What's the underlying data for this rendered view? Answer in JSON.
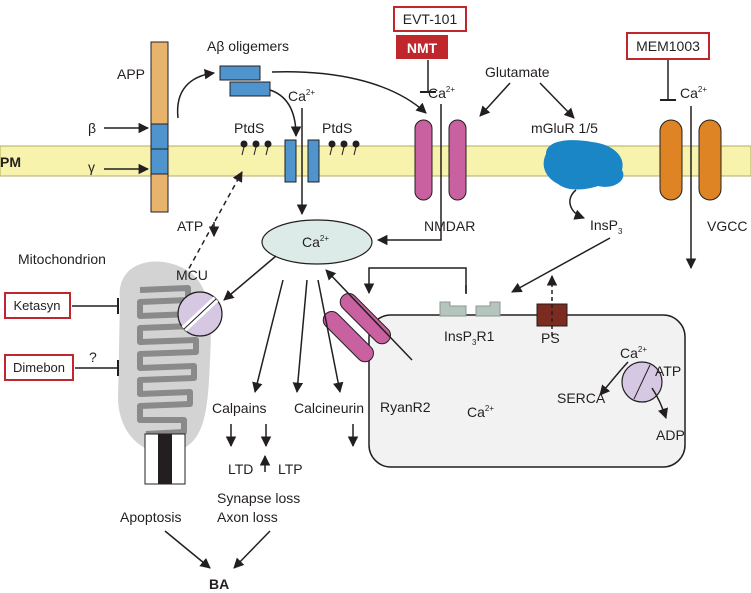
{
  "membrane": {
    "label": "PM"
  },
  "app": {
    "label": "APP",
    "beta": "β",
    "gamma": "γ"
  },
  "abeta": {
    "label": "Aβ oligemers"
  },
  "ptds_left": "PtdS",
  "ptds_right": "PtdS",
  "ca_ion": {
    "base": "Ca",
    "charge": "2+"
  },
  "cytosol_ca": {
    "base": "Ca",
    "charge": "2+"
  },
  "er_ca": {
    "base": "Ca",
    "charge": "2+"
  },
  "serca_ca": {
    "base": "Ca",
    "charge": "2+"
  },
  "drugs": {
    "evt101": "EVT-101",
    "nmt": "NMT",
    "mem1003": "MEM1003",
    "ketasyn": "Ketasyn",
    "dimebon": "Dimebon",
    "unknown_mark": "?"
  },
  "glutamate": "Glutamate",
  "mglur": "mGluR 1/5",
  "nmdar": "NMDAR",
  "insp3": {
    "base": "InsP",
    "sub": "3"
  },
  "vgcc": "VGCC",
  "atp_mito": "ATP",
  "mitochondrion": "Mitochondrion",
  "mcu": "MCU",
  "insp3r1": {
    "base": "InsP",
    "sub": "3",
    "tail": "R1"
  },
  "ps": "PS",
  "ryanr2": "RyanR2",
  "serca": {
    "label": "SERCA",
    "atp": "ATP",
    "adp": "ADP"
  },
  "calpains": "Calpains",
  "calcineurin": "Calcineurin",
  "ltd": "LTD",
  "ltp": "LTP",
  "synapse_loss": "Synapse loss",
  "axon_loss": "Axon loss",
  "apoptosis": "Apoptosis",
  "ba": "BA",
  "colors": {
    "membrane": "#f7f3ad",
    "app": "#e8b36c",
    "blue": "#4f94cd",
    "magenta": "#c960a0",
    "orange": "#df8424",
    "mglur": "#1a86c6",
    "cytosol": "#dcebe7",
    "drug_box": "#c0272d",
    "ps_channel": "#7c2b21",
    "insp3r": "#b6c4be",
    "mito": "#d3d3d3"
  }
}
